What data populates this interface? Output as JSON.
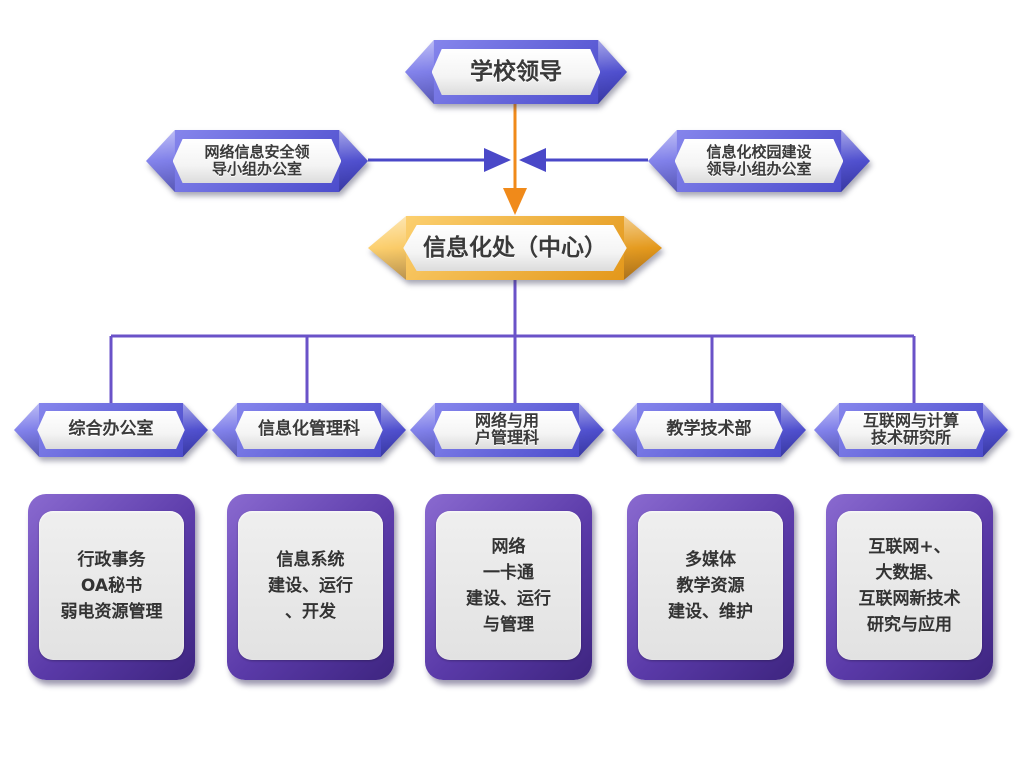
{
  "colors": {
    "node_blue": "#4545c8",
    "node_orange": "#e0900f",
    "connector_purple": "#6a52c8",
    "connector_orange": "#f08a1a",
    "card_purple": "#5a3aa8"
  },
  "top": {
    "leader": "学校领导"
  },
  "side": {
    "left_line1": "网络信息安全领",
    "left_line2": "导小组办公室",
    "right_line1": "信息化校园建设",
    "right_line2": "领导小组办公室"
  },
  "center": {
    "label": "信息化处（中心）"
  },
  "departments": [
    {
      "line1": "综合办公室",
      "line2": ""
    },
    {
      "line1": "信息化管理科",
      "line2": ""
    },
    {
      "line1": "网络与用",
      "line2": "户管理科"
    },
    {
      "line1": "教学技术部",
      "line2": ""
    },
    {
      "line1": "互联网与计算",
      "line2": "技术研究所"
    }
  ],
  "cards": [
    {
      "lines": [
        "行政事务",
        "OA秘书",
        "弱电资源管理"
      ]
    },
    {
      "lines": [
        "信息系统",
        "建设、运行",
        "、开发"
      ]
    },
    {
      "lines": [
        "网络",
        "一卡通",
        "建设、运行",
        "与管理"
      ]
    },
    {
      "lines": [
        "多媒体",
        "教学资源",
        "建设、维护"
      ]
    },
    {
      "lines": [
        "互联网+、",
        "大数据、",
        "互联网新技术",
        "研究与应用"
      ]
    }
  ]
}
